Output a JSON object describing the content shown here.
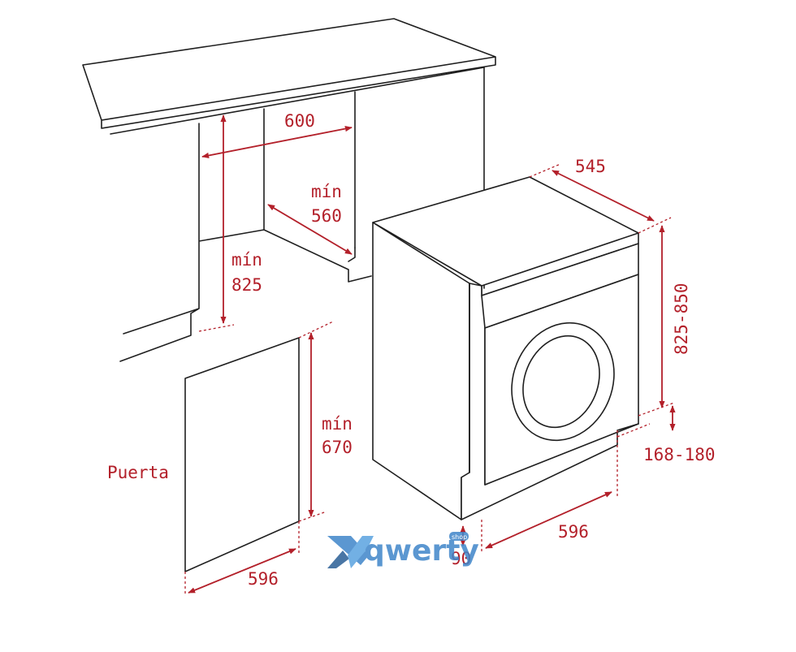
{
  "colors": {
    "dimension": "#b3202a",
    "outline": "#1f1f1f",
    "watermark": "#3f86c9"
  },
  "niche": {
    "width": "600",
    "depth_label": "mín",
    "depth_value": "560",
    "height_label": "mín",
    "height_value": "825"
  },
  "door": {
    "name": "Puerta",
    "height_label": "mín",
    "height_value": "670",
    "width": "596"
  },
  "machine": {
    "depth": "545",
    "height": "825-850",
    "plinth": "168-180",
    "width": "596",
    "offset": "90"
  },
  "watermark": {
    "text": "qwerty",
    "badge": "shop"
  }
}
